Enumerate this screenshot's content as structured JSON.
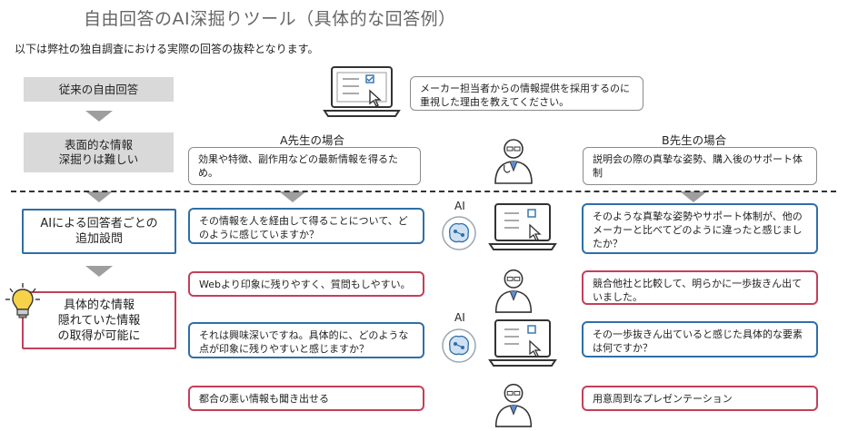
{
  "title": "自由回答のAI深掘りツール（具体的な回答例）",
  "intro": "以下は弊社の独自調査における実際の回答の抜粋となります。",
  "left_flow": {
    "step1": "従来の自由回答",
    "step2_line1": "表面的な情報",
    "step2_line2": "深掘りは難しい",
    "step3_line1": "AIによる回答者ごとの",
    "step3_line2": "追加設問",
    "step4_line1": "具体的な情報",
    "step4_line2": "隠れていた情報",
    "step4_line3": "の取得が可能に"
  },
  "question": "メーカー担当者からの情報提供を採用するのに重視した理由を教えてください。",
  "headers": {
    "a": "A先生の場合",
    "b": "B先生の場合"
  },
  "ai_label": "AI",
  "a": {
    "answer1": "効果や特徴、副作用などの最新情報を得るため。",
    "ai_q1": "その情報を人を経由して得ることについて、どのように感じていますか？",
    "answer2": "Webより印象に残りやすく、質問もしやすい。",
    "ai_q2": "それは興味深いですね。具体的に、どのような点が印象に残りやすいと感じますか？",
    "answer3": "都合の悪い情報も聞き出せる"
  },
  "b": {
    "answer1": "説明会の際の真摯な姿勢、購入後のサポート体制",
    "ai_q1": "そのような真摯な姿勢やサポート体制が、他のメーカーと比べてどのように違ったと感じましたか？",
    "answer2": "競合他社と比較して、明らかに一歩抜きん出ていました。",
    "ai_q2": "その一歩抜きん出ていると感じた具体的な要素は何ですか？",
    "answer3": "用意周到なプレゼンテーション"
  },
  "icons": [
    "laptop-survey-icon",
    "doctor-icon",
    "ai-brain-icon",
    "lightbulb-icon"
  ],
  "colors": {
    "blue": "#2e6fa8",
    "red": "#c2405a",
    "gray_box": "#d9d9d9",
    "arrow": "#9e9e9e"
  }
}
